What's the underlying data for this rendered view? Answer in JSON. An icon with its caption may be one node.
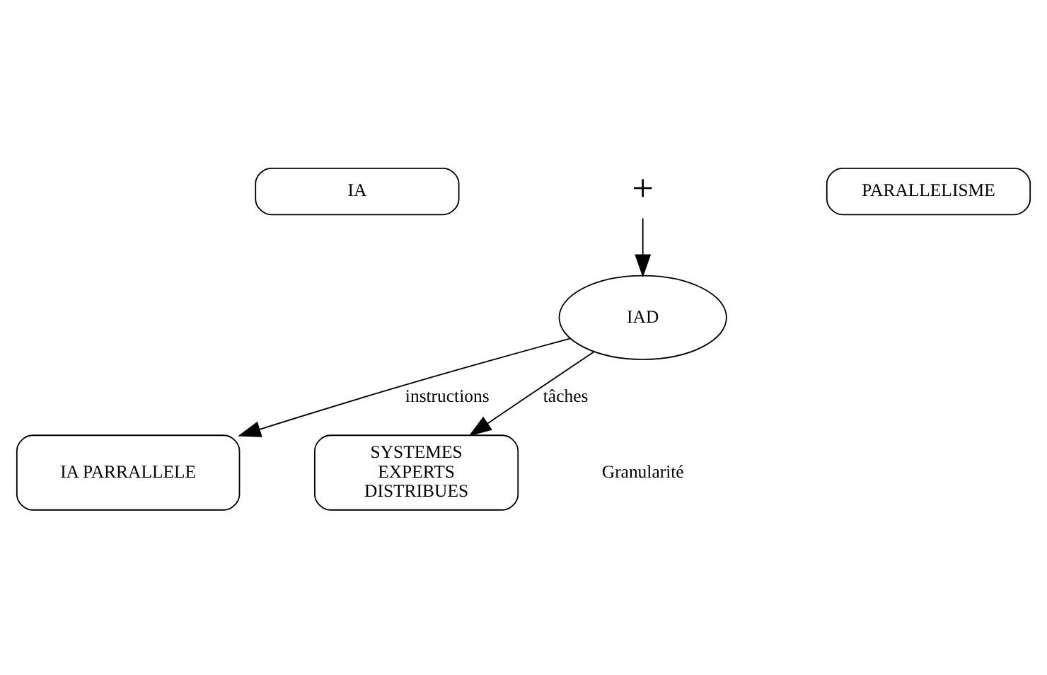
{
  "diagram": {
    "nodes": [
      {
        "text": [
          "IA"
        ]
      },
      {
        "text": [
          "+"
        ]
      },
      {
        "text": [
          "PARALLELISME"
        ]
      },
      {
        "text": [
          "IAD"
        ]
      },
      {
        "text": [
          "IA PARRALLELE"
        ]
      },
      {
        "text": [
          "SYSTEMES EXPERTS DISTRIBUES"
        ]
      }
    ],
    "edges": [
      {
        "from": 1,
        "to": 3,
        "arrow": "to"
      },
      {
        "from": 3,
        "to": 4,
        "arrow": "to",
        "label": "instructions"
      },
      {
        "from": 3,
        "to": 5,
        "arrow": "to",
        "label": "tâches"
      }
    ],
    "labels": [
      "Granularité"
    ]
  }
}
